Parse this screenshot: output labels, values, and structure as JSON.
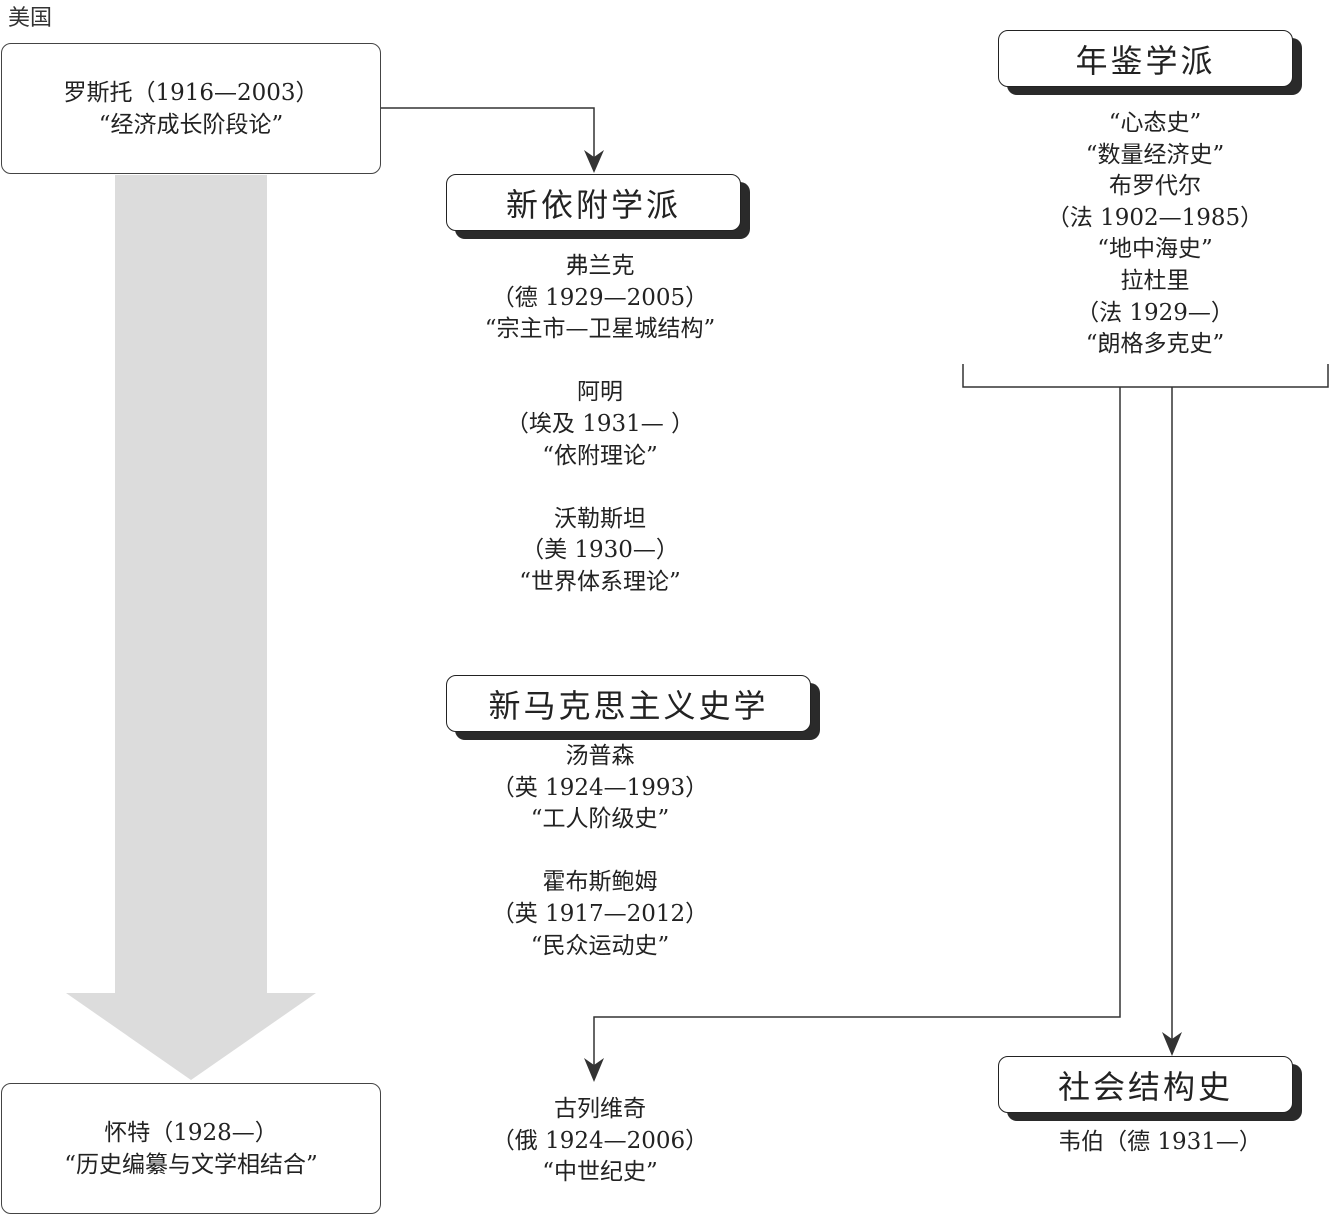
{
  "region": {
    "label": "美国"
  },
  "schools": {
    "new_dependency": "新依附学派",
    "new_marxist": "新马克思主义史学",
    "annales": "年鉴学派",
    "social_structure": "社会结构史"
  },
  "rostow_box": {
    "lines": [
      "罗斯托（1916—2003）",
      "“经济成长阶段论”"
    ]
  },
  "white_box": {
    "lines": [
      "怀特（1928—）",
      "“历史编纂与文学相结合”"
    ]
  },
  "new_dependency_scholars": [
    {
      "name": "弗兰克",
      "info": "（德 1929—2005）",
      "work": "“宗主市—卫星城结构”"
    },
    {
      "name": "阿明",
      "info": "（埃及 1931— ）",
      "work": "“依附理论”"
    },
    {
      "name": "沃勒斯坦",
      "info": "（美 1930—）",
      "work": "“世界体系理论”"
    }
  ],
  "new_marxist_scholars": [
    {
      "name": "汤普森",
      "info": "（英 1924—1993）",
      "work": "“工人阶级史”"
    },
    {
      "name": "霍布斯鲍姆",
      "info": "（英 1917—2012）",
      "work": "“民众运动史”"
    }
  ],
  "annales_content": [
    "“心态史”",
    "“数量经济史”",
    "布罗代尔",
    "（法 1902—1985）",
    "“地中海史”",
    "拉杜里",
    "（法 1929—）",
    "“朗格多克史”"
  ],
  "gurevich": {
    "name": "古列维奇",
    "info": "（俄 1924—2006）",
    "work": "“中世纪史”"
  },
  "weber": {
    "text": "韦伯（德 1931—）"
  },
  "colors": {
    "big_arrow": "#dcdcdc",
    "line": "#333333",
    "shadow": "#2a2a2a"
  }
}
